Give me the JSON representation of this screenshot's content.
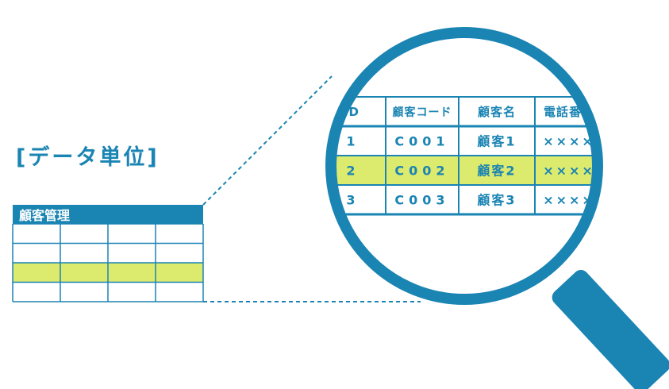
{
  "heading": "[データ単位]",
  "small_table": {
    "title": "顧客管理",
    "rows": 4,
    "cols": 4,
    "highlight_row": 3
  },
  "zoom_table": {
    "headers": [
      "ID",
      "顧客コード",
      "顧客名",
      "電話番号"
    ],
    "rows": [
      [
        "1",
        "C001",
        "顧客1",
        "××××"
      ],
      [
        "2",
        "C002",
        "顧客2",
        "××××"
      ],
      [
        "3",
        "C003",
        "顧客3",
        "××××"
      ]
    ],
    "highlight_row": 2
  },
  "colors": {
    "primary": "#1a84b3",
    "highlight": "#dcea6e",
    "background": "#ffffff"
  },
  "icons": {
    "magnifier": "magnifier-icon"
  }
}
